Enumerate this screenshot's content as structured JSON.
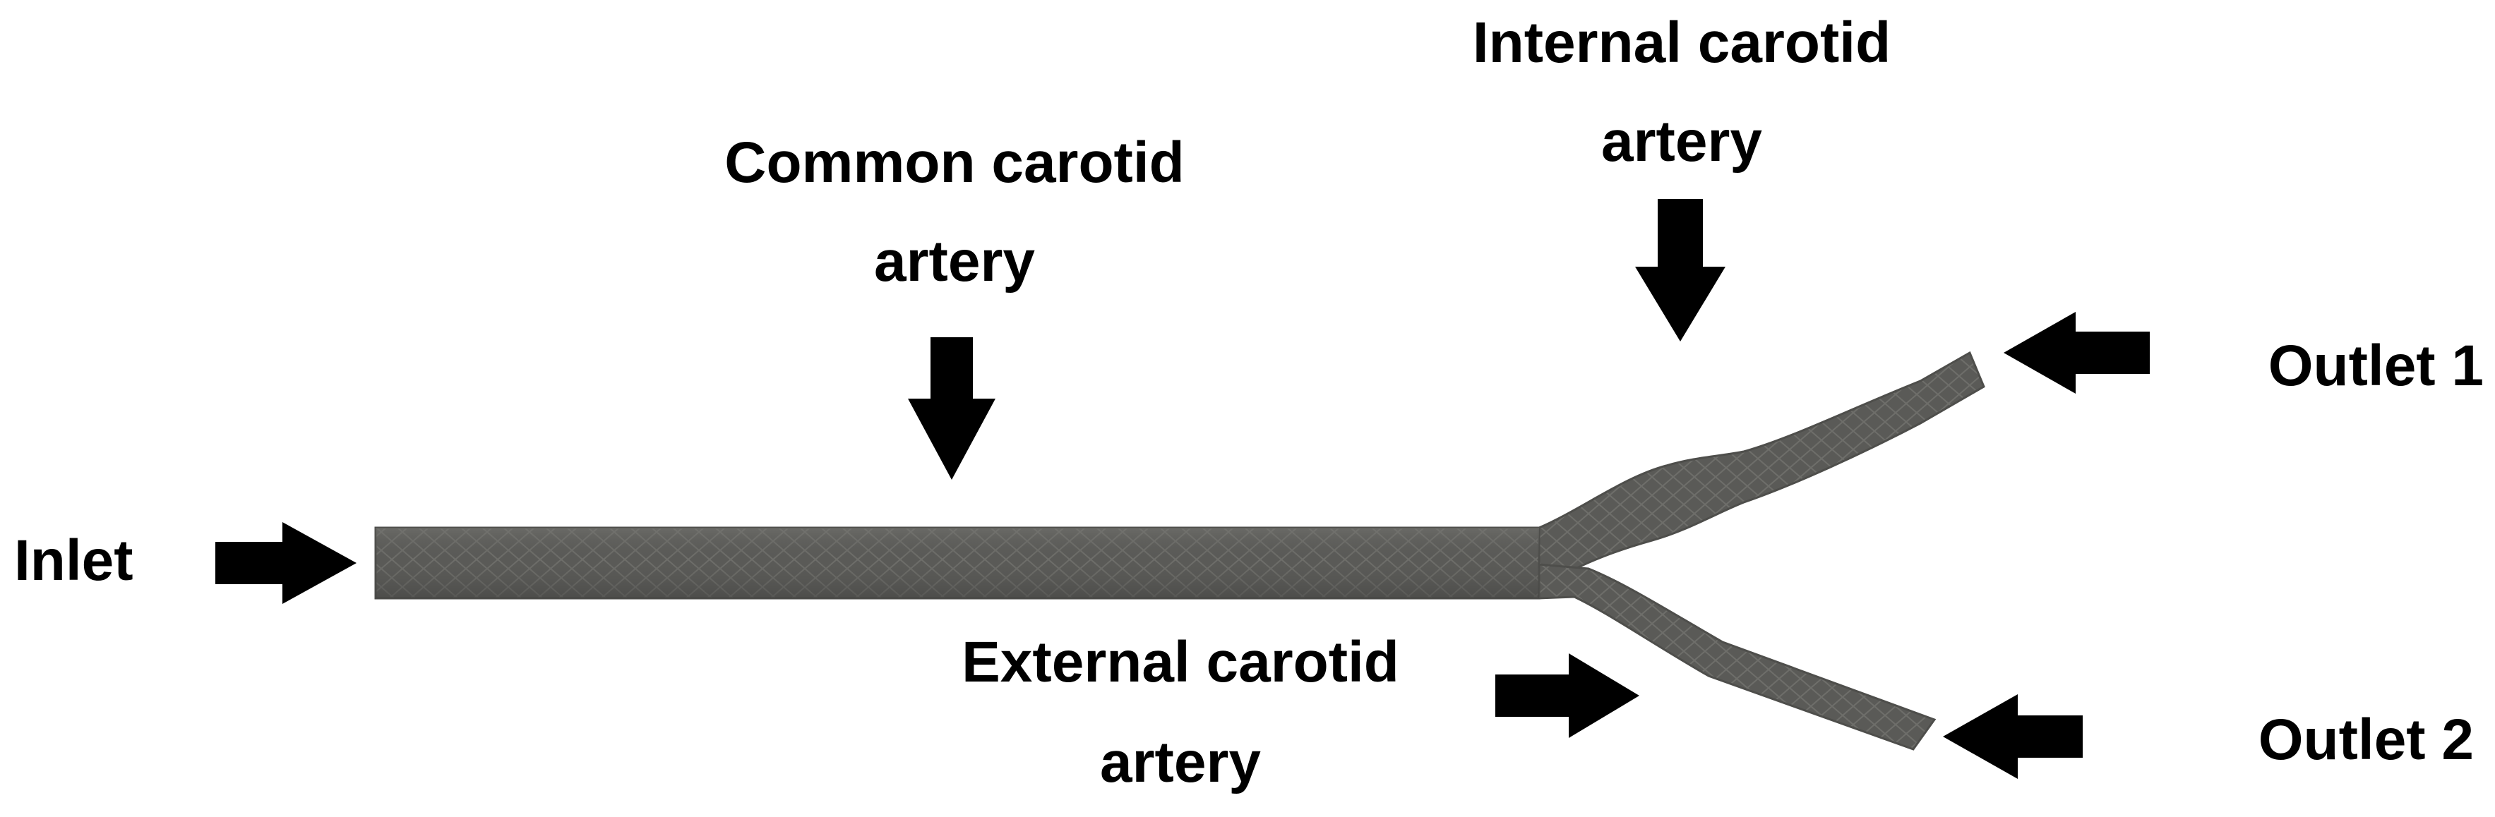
{
  "labels": {
    "inlet": "Inlet",
    "common_line1": "Common carotid",
    "common_line2": "artery",
    "internal_line1": "Internal carotid",
    "internal_line2": "artery",
    "external_line1": "External carotid",
    "external_line2": "artery",
    "outlet1": "Outlet 1",
    "outlet2": "Outlet 2"
  },
  "colors": {
    "artery_fill": "#5a5a57",
    "artery_mesh": "#7a7a76",
    "arrow": "#000000",
    "text": "#000000",
    "background": "#ffffff"
  }
}
